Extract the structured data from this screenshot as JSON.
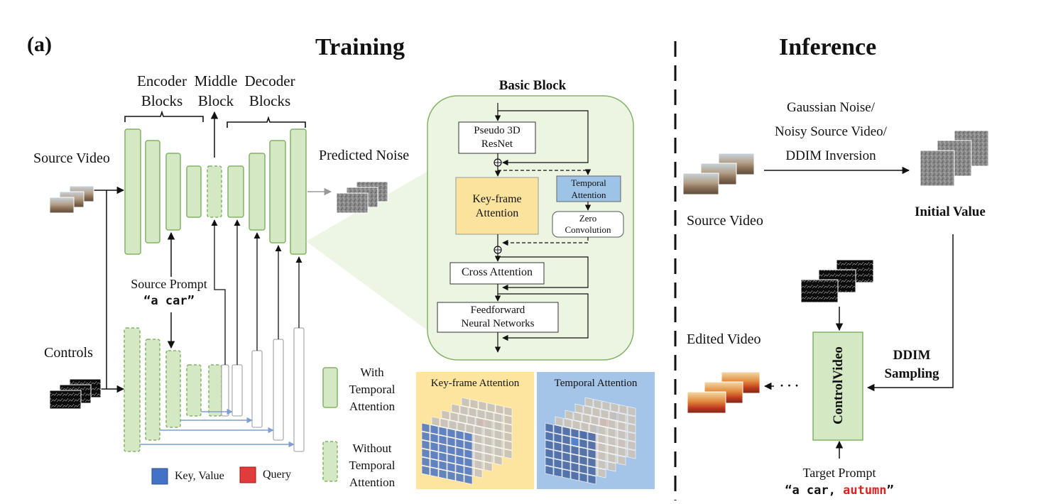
{
  "panel_label": "(a)",
  "headings": {
    "training": "Training",
    "inference": "Inference"
  },
  "training": {
    "encoder_label": [
      "Encoder",
      "Blocks"
    ],
    "middle_label": [
      "Middle",
      "Block"
    ],
    "decoder_label": [
      "Decoder",
      "Blocks"
    ],
    "source_video": "Source Video",
    "predicted_noise": "Predicted Noise",
    "source_prompt": "Source Prompt",
    "source_prompt_text": "“a car”",
    "controls": "Controls"
  },
  "basic_block": {
    "title": "Basic Block",
    "pseudo3d": [
      "Pseudo 3D",
      "ResNet"
    ],
    "keyframe_attention": [
      "Key-frame",
      "Attention"
    ],
    "temporal_attention": [
      "Temporal",
      "Attention"
    ],
    "zero_conv": [
      "Zero",
      "Convolution"
    ],
    "cross_attention": "Cross Attention",
    "feedforward": [
      "Feedforward",
      "Neural Networks"
    ],
    "colors": {
      "keyframe": "#fce39d",
      "temporal": "#9dc3e6",
      "container": "#ebf5e2",
      "border": "#82b366"
    }
  },
  "legend": {
    "with_temporal": [
      "With",
      "Temporal",
      "Attention"
    ],
    "without_temporal": [
      "Without",
      "Temporal",
      "Attention"
    ],
    "key_value": "Key, Value",
    "query": "Query",
    "colors": {
      "key_value": "#4472c4",
      "query": "#e03c3c"
    }
  },
  "attention_panels": {
    "keyframe": "Key-frame Attention",
    "temporal": "Temporal Attention",
    "colors": {
      "keyframe_bg": "#fde59f",
      "temporal_bg": "#a5c5e8"
    }
  },
  "inference": {
    "noise_options": [
      "Gaussian Noise/",
      "Noisy Source Video/",
      "DDIM Inversion"
    ],
    "source_video": "Source Video",
    "initial_value": "Initial Value",
    "ddim_sampling": [
      "DDIM",
      "Sampling"
    ],
    "edited_video": "Edited Video",
    "model_name": "ControlVideo",
    "ellipsis": "· · ·",
    "target_prompt": "Target Prompt",
    "target_prompt_prefix": "“a car, ",
    "target_prompt_highlight": "autumn",
    "target_prompt_suffix": "”",
    "highlight_color": "#e02020"
  }
}
